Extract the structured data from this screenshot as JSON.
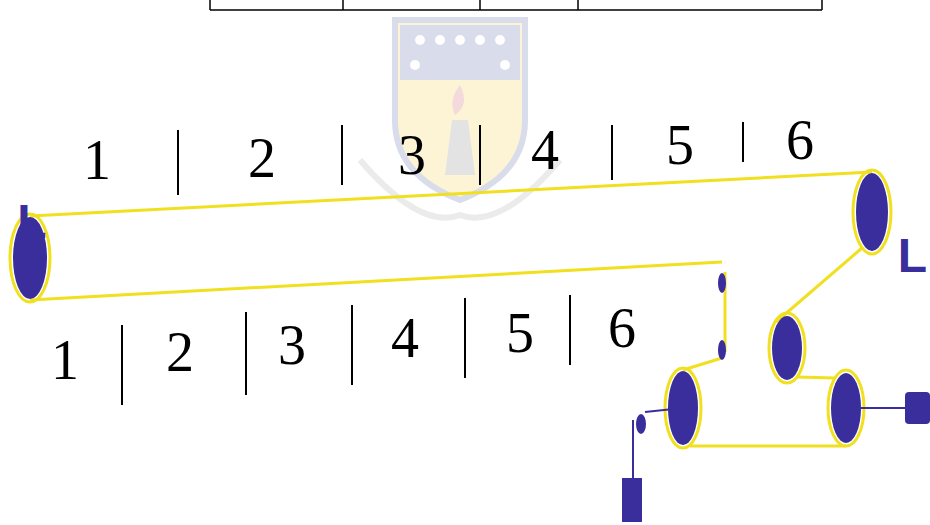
{
  "diagram": {
    "labels": [
      "1",
      "2",
      "3",
      "4",
      "5",
      "6",
      "L",
      "L",
      "1",
      "2",
      "3",
      "4",
      "5",
      "6"
    ]
  }
}
